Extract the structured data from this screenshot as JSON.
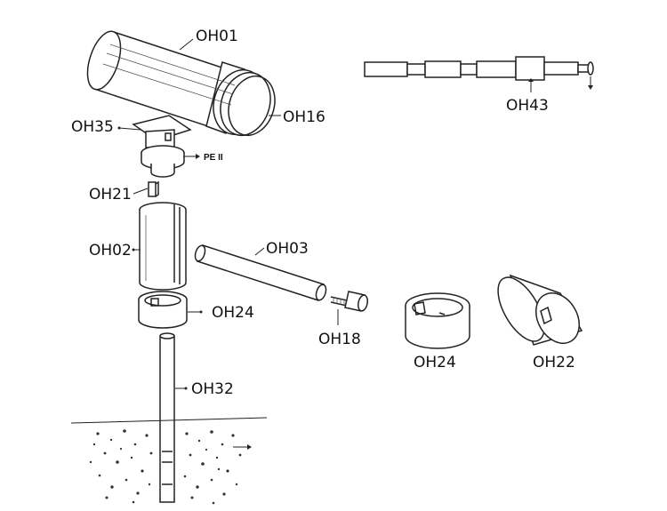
{
  "parts": {
    "oh01": "OH01",
    "oh16": "OH16",
    "oh35": "OH35",
    "pe_ii": "PE II",
    "oh43": "OH43",
    "oh21": "OH21",
    "oh02": "OH02",
    "oh03": "OH03",
    "oh24_left": "OH24",
    "oh18": "OH18",
    "oh32": "OH32",
    "oh24_right": "OH24",
    "oh22": "OH22"
  }
}
